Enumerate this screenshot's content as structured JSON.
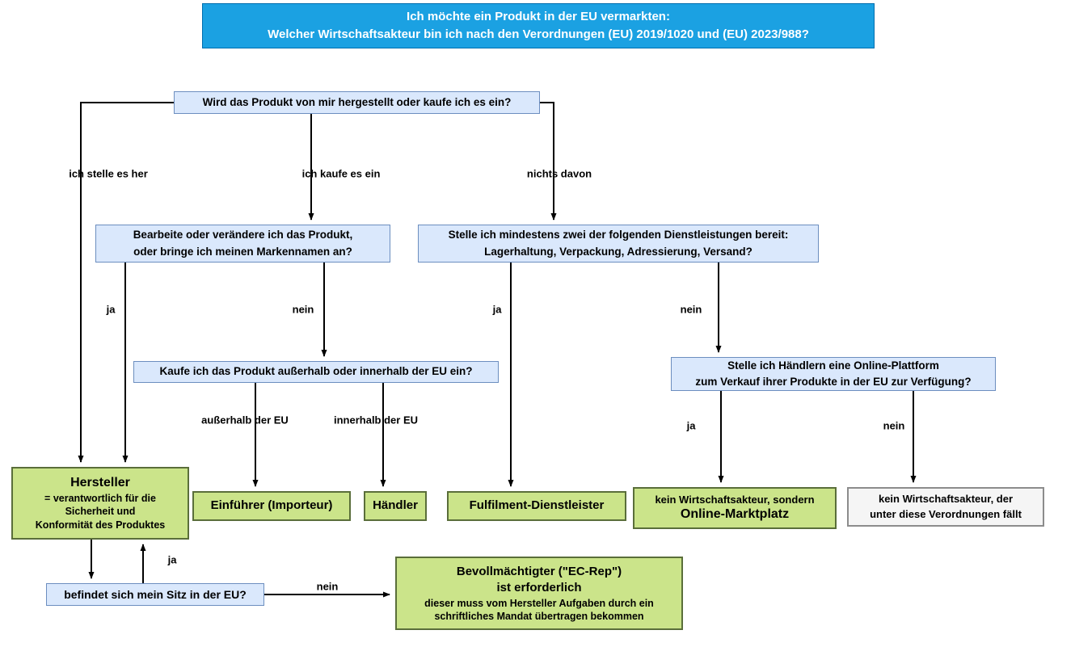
{
  "colors": {
    "title_fill": "#1ba1e2",
    "title_border": "#006eaf",
    "title_text": "#ffffff",
    "question_fill": "#dae8fc",
    "question_border": "#6c8ebf",
    "result_fill": "#cbe48a",
    "result_border": "#5a6e3a",
    "neutral_fill": "#f5f5f5",
    "neutral_border": "#8c8c8c",
    "connector": "#000000"
  },
  "title": {
    "text": "Ich möchte ein Produkt in der EU vermarkten:\nWelcher Wirtschaftsakteur bin ich nach den Verordnungen (EU) 2019/1020 und (EU) 2023/988?"
  },
  "questions": {
    "produce_or_buy": "Wird das Produkt von mir hergestellt oder kaufe ich es ein?",
    "modify_or_brand": "Bearbeite oder verändere ich das Produkt,\noder bringe ich meinen Markennamen an?",
    "fulfilment_services": "Stelle ich mindestens zwei der folgenden Dienstleistungen bereit:\nLagerhaltung, Verpackung, Adressierung, Versand?",
    "buy_outside_inside_eu": "Kaufe ich das Produkt außerhalb oder innerhalb der EU ein?",
    "online_platform": "Stelle ich Händlern eine Online-Plattform\nzum Verkauf ihrer Produkte in der EU zur Verfügung?",
    "seat_in_eu": "befindet sich mein Sitz in der EU?"
  },
  "edge_labels": {
    "make_it": "ich stelle es her",
    "buy_it": "ich kaufe es ein",
    "none_of_them": "nichts davon",
    "modify_yes": "ja",
    "modify_no": "nein",
    "services_yes": "ja",
    "services_no": "nein",
    "outside_eu": "außerhalb der EU",
    "inside_eu": "innerhalb der EU",
    "platform_yes": "ja",
    "platform_no": "nein",
    "seat_yes": "ja",
    "seat_no": "nein"
  },
  "results": {
    "manufacturer_title": "Hersteller",
    "manufacturer_note": "= verantwortlich für die\nSicherheit und\nKonformität des Produktes",
    "importer": "Einführer (Importeur)",
    "distributor": "Händler",
    "fulfilment_provider": "Fulfilment-Dienstleister",
    "marketplace_line1": "kein Wirtschaftsakteur, sondern",
    "marketplace_line2": "Online-Marktplatz",
    "no_economic_operator": "kein Wirtschaftsakteur, der\nunter diese Verordnungen fällt",
    "ecrep_title": "Bevollmächtigter (\"EC-Rep\")\nist erforderlich",
    "ecrep_note": "dieser muss vom Hersteller Aufgaben durch ein\nschriftliches Mandat übertragen bekommen"
  }
}
